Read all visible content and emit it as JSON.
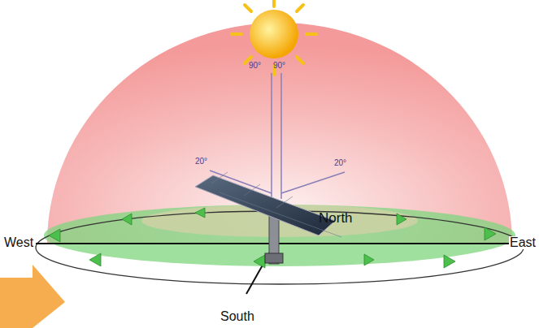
{
  "diagram": {
    "labels": [
      "90°",
      "90°",
      "20°",
      "20°",
      "North",
      "West",
      "East",
      "South"
    ]
  }
}
